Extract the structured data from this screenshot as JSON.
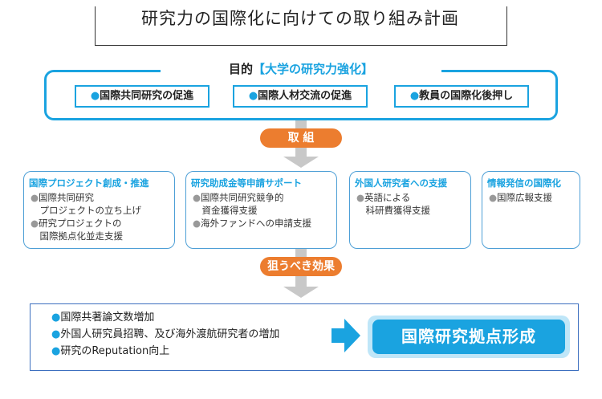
{
  "title": "研究力の国際化に向けての取り組み計画",
  "goal": {
    "label": "目的",
    "accent": "【大学の研究力強化】",
    "items": [
      "国際共同研究の促進",
      "国際人材交流の促進",
      "教員の国際化後押し"
    ]
  },
  "connector1": {
    "label": "取 組"
  },
  "actions": [
    {
      "heading": "国際プロジェクト創成・推進",
      "items": [
        "国際共同研究\n　プロジェクトの立ち上げ",
        "研究プロジェクトの\n　国際拠点化並走支援"
      ]
    },
    {
      "heading": "研究助成金等申請サポート",
      "items": [
        "国際共同研究競争的\n　資金獲得支援",
        "海外ファンドへの申請支援"
      ]
    },
    {
      "heading": "外国人研究者への支援",
      "items": [
        "英語による\n　科研費獲得支援"
      ]
    },
    {
      "heading": "情報発信の国際化",
      "items": [
        "国際広報支援"
      ]
    }
  ],
  "connector2": {
    "label": "狙うべき効果"
  },
  "effects": {
    "items": [
      "国際共著論文数増加",
      "外国人研究員招聘、及び海外渡航研究者の増加",
      "研究のReputation向上"
    ],
    "result": "国際研究拠点形成"
  },
  "colors": {
    "accent": "#1aa3e0",
    "orange": "#ec7d2f",
    "connector": "#c8c8c8"
  },
  "bullet_goal": "●",
  "bullet_action": "●",
  "bullet_effect": "●"
}
